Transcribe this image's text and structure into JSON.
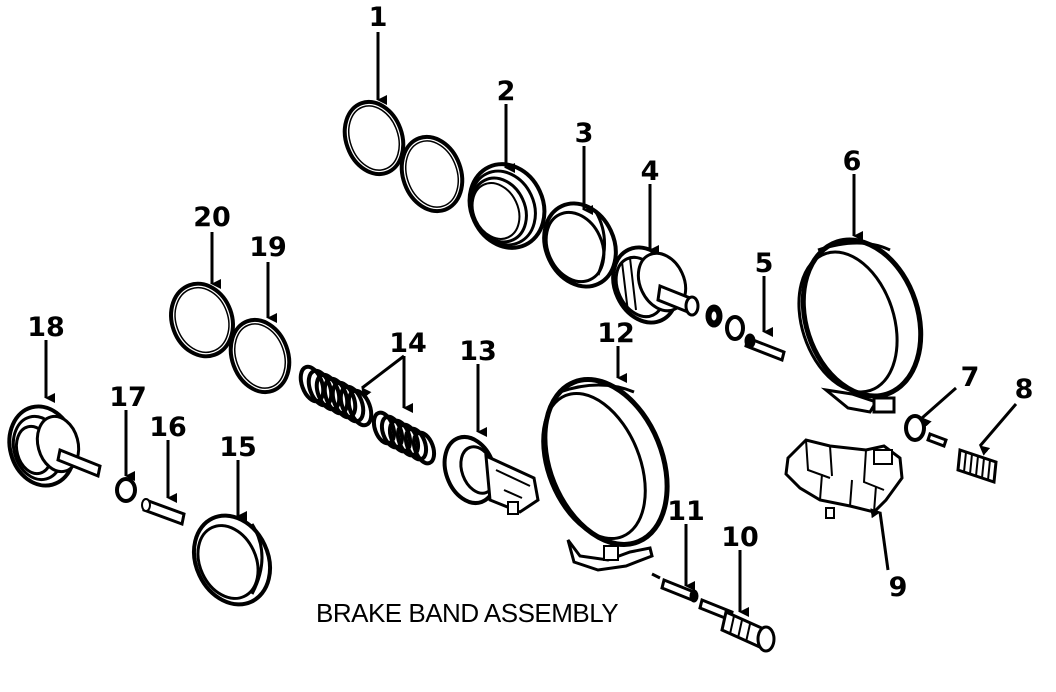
{
  "caption": "BRAKE BAND ASSEMBLY",
  "callouts": [
    "1",
    "2",
    "3",
    "4",
    "5",
    "6",
    "7",
    "8",
    "9",
    "10",
    "11",
    "12",
    "13",
    "14",
    "15",
    "16",
    "17",
    "18",
    "19",
    "20"
  ]
}
